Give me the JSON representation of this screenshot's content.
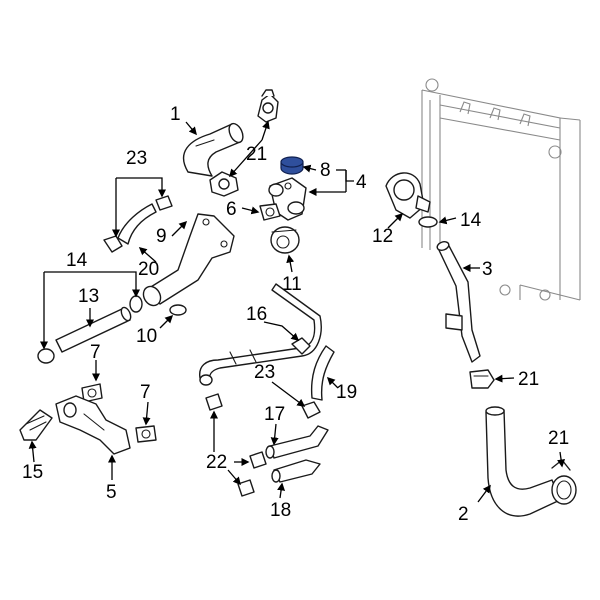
{
  "highlight_color": "#2f4f9c",
  "callouts": {
    "c1": "1",
    "c2": "2",
    "c3": "3",
    "c4": "4",
    "c5": "5",
    "c6": "6",
    "c7a": "7",
    "c7b": "7",
    "c8": "8",
    "c9": "9",
    "c10": "10",
    "c11": "11",
    "c12": "12",
    "c13": "13",
    "c14a": "14",
    "c14b": "14",
    "c15": "15",
    "c16": "16",
    "c17": "17",
    "c18": "18",
    "c19": "19",
    "c20": "20",
    "c21a": "21",
    "c21b": "21",
    "c21c": "21",
    "c22": "22",
    "c23a": "23",
    "c23b": "23"
  }
}
